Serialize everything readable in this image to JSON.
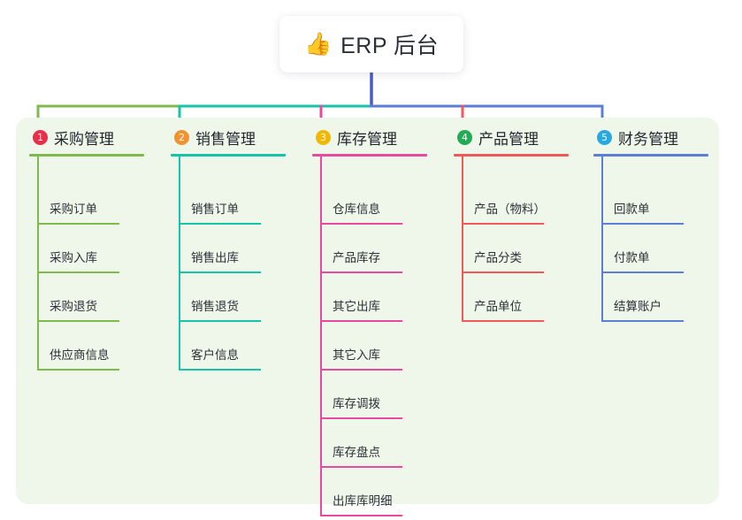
{
  "root": {
    "icon": "thumbs-up-icon",
    "emoji": "👍",
    "title": "ERP 后台"
  },
  "theme": {
    "page_bg": "#ffffff",
    "panel_bg": "#eef7e9",
    "trunk_color": "#4a5bc4",
    "text_color": "#23272f"
  },
  "columns": [
    {
      "index": "1",
      "badge_color": "#e8304a",
      "line_color": "#7fba4c",
      "title": "采购管理",
      "items": [
        "采购订单",
        "采购入库",
        "采购退货",
        "供应商信息"
      ]
    },
    {
      "index": "2",
      "badge_color": "#f0922f",
      "line_color": "#17c4a8",
      "title": "销售管理",
      "items": [
        "销售订单",
        "销售出库",
        "销售退货",
        "客户信息"
      ]
    },
    {
      "index": "3",
      "badge_color": "#f2b705",
      "line_color": "#ea49a0",
      "title": "库存管理",
      "items": [
        "仓库信息",
        "产品库存",
        "其它出库",
        "其它入库",
        "库存调拨",
        "库存盘点",
        "出库库明细"
      ]
    },
    {
      "index": "4",
      "badge_color": "#22ab55",
      "line_color": "#f0585a",
      "title": "产品管理",
      "items": [
        "产品（物料）",
        "产品分类",
        "产品单位"
      ]
    },
    {
      "index": "5",
      "badge_color": "#29a8e0",
      "line_color": "#5b7fd4",
      "title": "财务管理",
      "items": [
        "回款单",
        "付款单",
        "结算账户"
      ]
    }
  ]
}
